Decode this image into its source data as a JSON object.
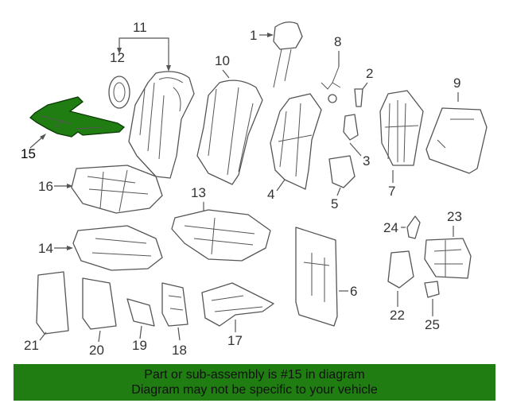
{
  "diagram": {
    "callouts": [
      {
        "id": "1",
        "label": "1"
      },
      {
        "id": "2",
        "label": "2"
      },
      {
        "id": "3",
        "label": "3"
      },
      {
        "id": "4",
        "label": "4"
      },
      {
        "id": "5",
        "label": "5"
      },
      {
        "id": "6",
        "label": "6"
      },
      {
        "id": "7",
        "label": "7"
      },
      {
        "id": "8",
        "label": "8"
      },
      {
        "id": "9",
        "label": "9"
      },
      {
        "id": "10",
        "label": "10"
      },
      {
        "id": "11",
        "label": "11"
      },
      {
        "id": "12",
        "label": "12"
      },
      {
        "id": "13",
        "label": "13"
      },
      {
        "id": "14",
        "label": "14"
      },
      {
        "id": "15",
        "label": "15"
      },
      {
        "id": "16",
        "label": "16"
      },
      {
        "id": "17",
        "label": "17"
      },
      {
        "id": "18",
        "label": "18"
      },
      {
        "id": "19",
        "label": "19"
      },
      {
        "id": "20",
        "label": "20"
      },
      {
        "id": "21",
        "label": "21"
      },
      {
        "id": "22",
        "label": "22"
      },
      {
        "id": "23",
        "label": "23"
      },
      {
        "id": "24",
        "label": "24"
      },
      {
        "id": "25",
        "label": "25"
      }
    ],
    "highlight_part": "15",
    "highlight_color": "#1f7d12"
  },
  "banner": {
    "line1": "Part or sub-assembly is #15 in diagram",
    "line2": "Diagram may not be specific to your vehicle",
    "background": "#1f7d12"
  }
}
